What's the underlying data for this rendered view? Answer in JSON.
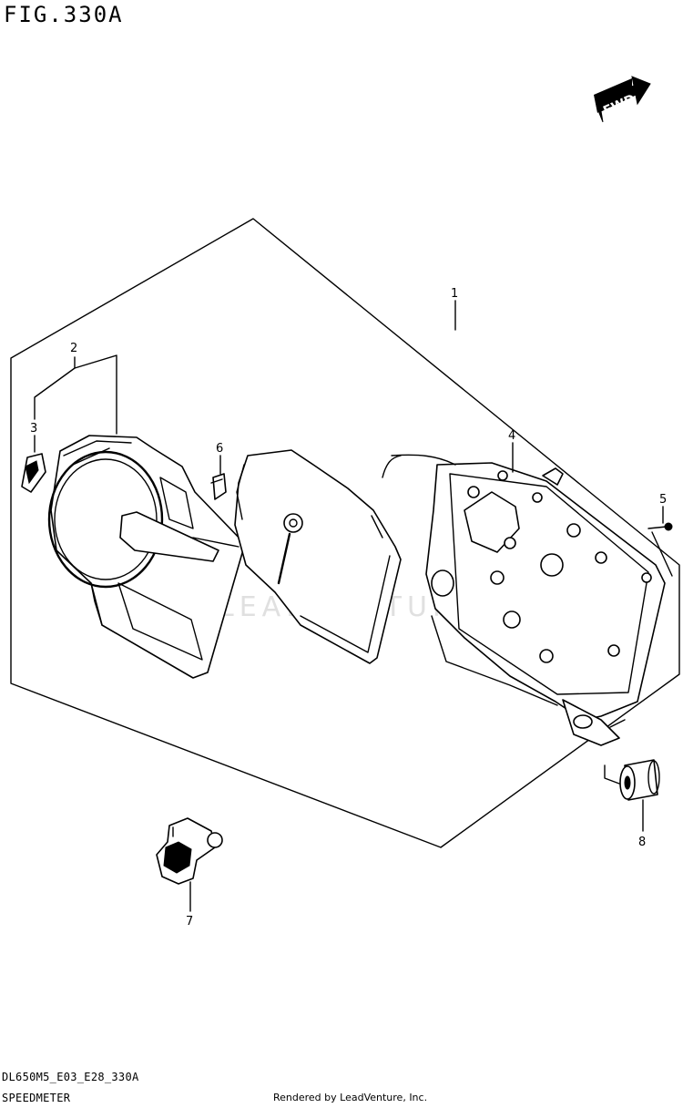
{
  "figure": {
    "title": "FIG.330A",
    "code": "DL650M5_E03_E28_330A",
    "name": "SPEEDMETER",
    "credit": "Rendered by LeadVenture, Inc.",
    "direction_label": "FWD",
    "watermark": "LEADVENTURE"
  },
  "callouts": [
    {
      "id": "1",
      "label": "1"
    },
    {
      "id": "2",
      "label": "2"
    },
    {
      "id": "3",
      "label": "3"
    },
    {
      "id": "4",
      "label": "4"
    },
    {
      "id": "5",
      "label": "5"
    },
    {
      "id": "6",
      "label": "6"
    },
    {
      "id": "7",
      "label": "7"
    },
    {
      "id": "8",
      "label": "8"
    }
  ]
}
